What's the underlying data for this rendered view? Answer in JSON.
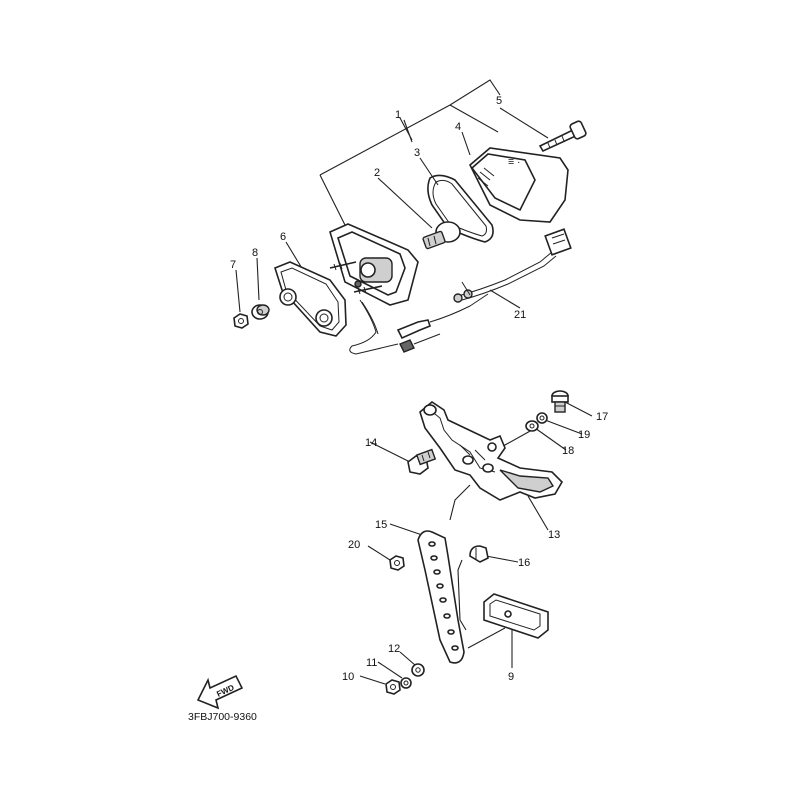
{
  "diagram": {
    "part_code": "3FBJ700-9360",
    "fwd_label": "FWD",
    "callouts": [
      "1",
      "2",
      "3",
      "4",
      "5",
      "6",
      "7",
      "8",
      "9",
      "10",
      "11",
      "12",
      "13",
      "14",
      "15",
      "16",
      "17",
      "18",
      "19",
      "20",
      "21"
    ]
  }
}
